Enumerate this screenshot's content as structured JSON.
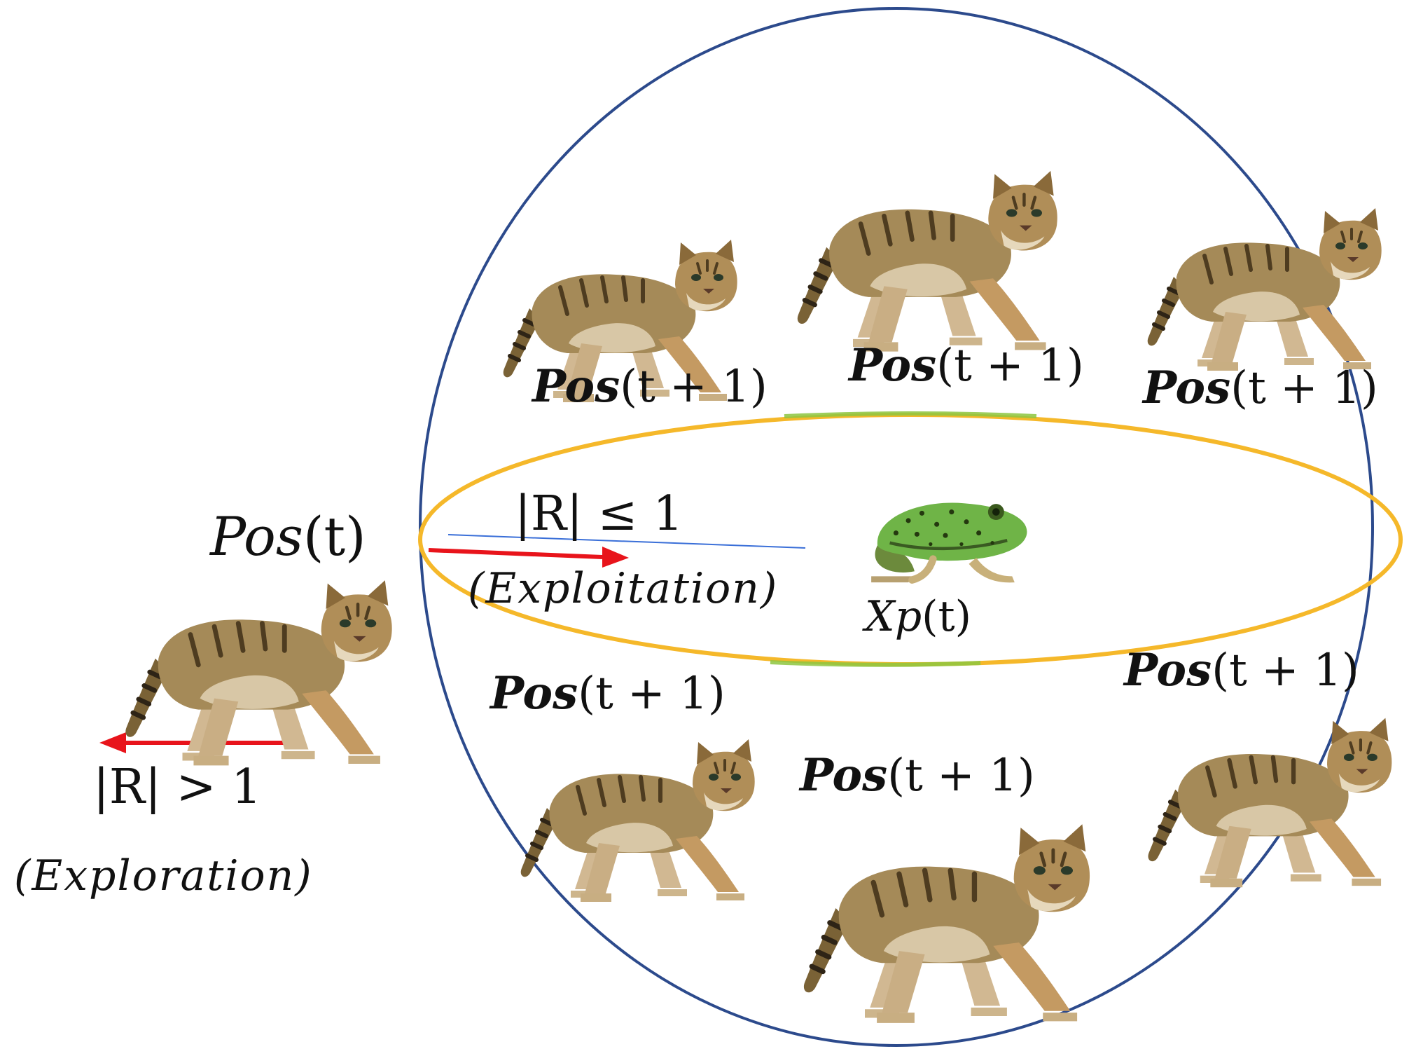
{
  "diagram": {
    "colors": {
      "search_circle": "#2c4a8c",
      "exploitation_ellipse": "#f5b82a",
      "ellipse_highlight": "#8dc63f",
      "arrow": "#e8141b",
      "guide_line": "#3a6fd8",
      "text": "#111111"
    },
    "current_position": {
      "var": "Pos",
      "arg": "(t)",
      "image": "sand-cat"
    },
    "prey": {
      "var": "Xp",
      "arg": "(t)",
      "image": "frog"
    },
    "exploitation": {
      "condition": "|R| ≤ 1",
      "label": "(Exploitation)"
    },
    "exploration": {
      "condition": "|R| > 1",
      "label": "(Exploration)"
    },
    "next_positions": [
      {
        "var": "Pos",
        "arg": "(t + 1)",
        "image": "sand-cat"
      },
      {
        "var": "Pos",
        "arg": "(t + 1)",
        "image": "sand-cat"
      },
      {
        "var": "Pos",
        "arg": "(t + 1)",
        "image": "sand-cat"
      },
      {
        "var": "Pos",
        "arg": "(t + 1)",
        "image": "sand-cat"
      },
      {
        "var": "Pos",
        "arg": "(t + 1)",
        "image": "sand-cat"
      },
      {
        "var": "Pos",
        "arg": "(t + 1)",
        "image": "sand-cat"
      }
    ]
  }
}
